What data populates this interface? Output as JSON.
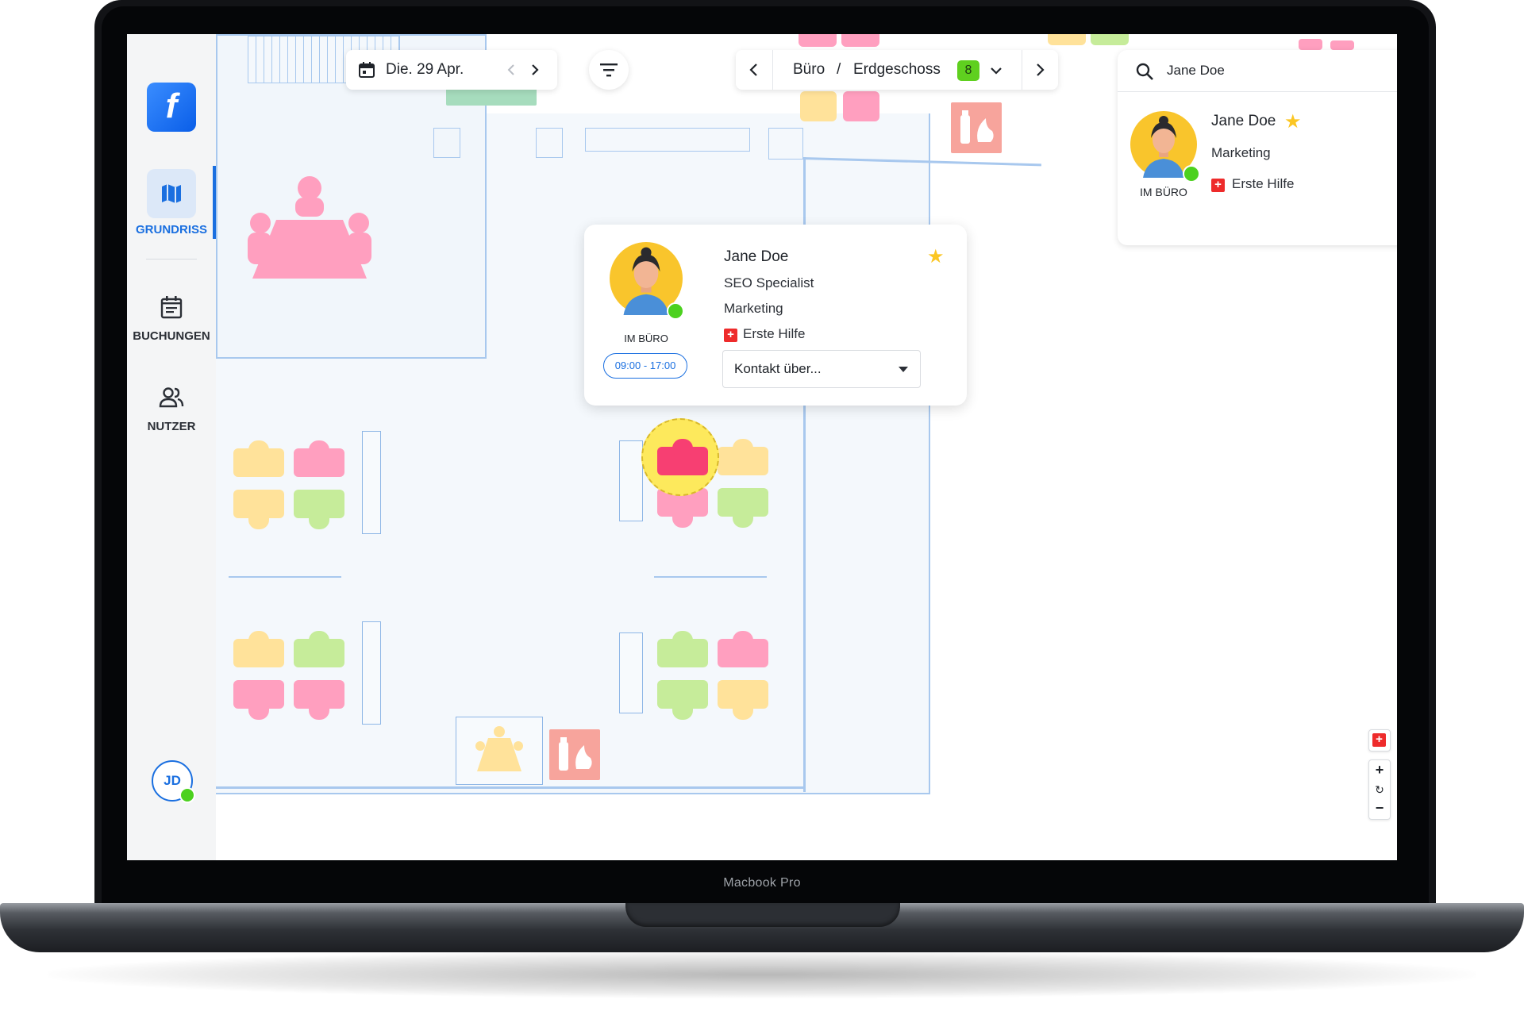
{
  "device": {
    "model_label": "Macbook Pro"
  },
  "sidebar": {
    "logo_letter": "f",
    "items": [
      {
        "label": "GRUNDRISS",
        "icon": "map-icon",
        "active": true
      },
      {
        "label": "BUCHUNGEN",
        "icon": "calendar-list-icon",
        "active": false
      },
      {
        "label": "NUTZER",
        "icon": "users-icon",
        "active": false
      }
    ],
    "user_initials": "JD",
    "user_status_color": "#4cd11f",
    "accent_color": "#1a6fe0"
  },
  "toolbar": {
    "date": "Die. 29 Apr.",
    "breadcrumb": {
      "location": "Büro",
      "separator": "/",
      "floor": "Erdgeschoss",
      "count": "8"
    }
  },
  "search": {
    "query": "Jane Doe",
    "result": {
      "name": "Jane Doe",
      "department": "Marketing",
      "tag": "Erste Hilfe",
      "status": "IM BÜRO",
      "favorite": true
    }
  },
  "person_card": {
    "name": "Jane Doe",
    "title": "SEO Specialist",
    "department": "Marketing",
    "tag": "Erste Hilfe",
    "status": "IM BÜRO",
    "hours": "09:00 - 17:00",
    "contact_select": "Kontakt über...",
    "favorite": true
  },
  "map_controls": [
    "first-aid-icon",
    "zoom-in-icon",
    "reset-icon",
    "zoom-out-icon"
  ]
}
